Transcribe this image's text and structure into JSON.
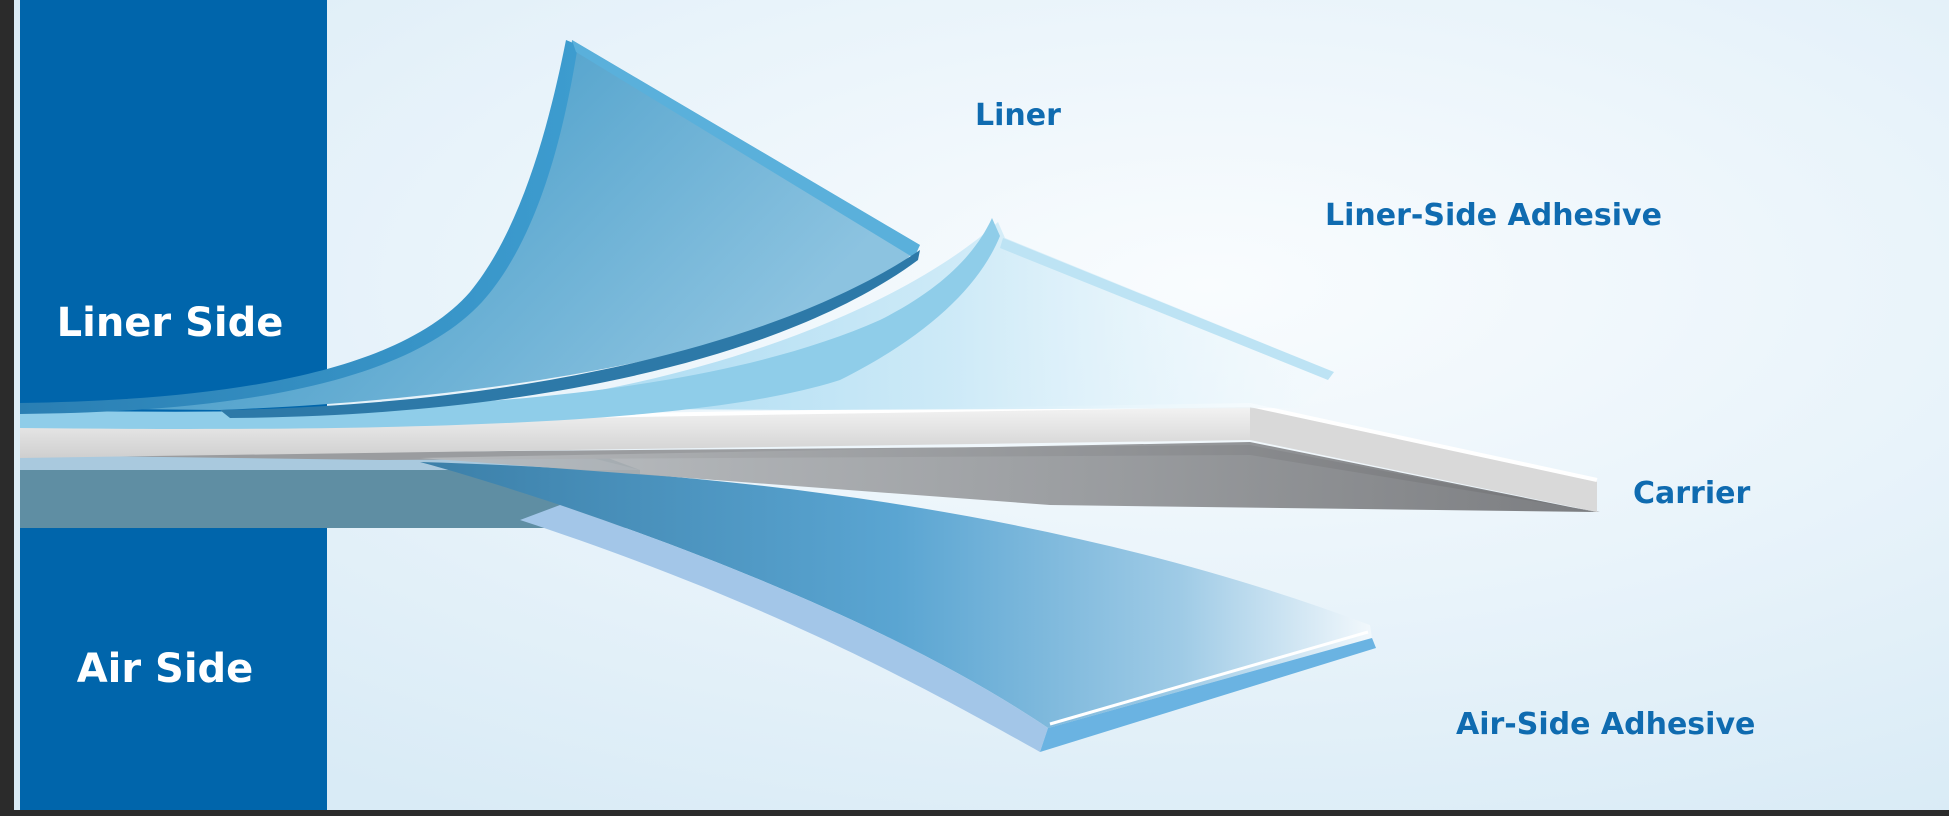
{
  "sides": {
    "liner": "Liner Side",
    "air": "Air Side"
  },
  "layers": {
    "liner": "Liner",
    "liner_side_adhesive": "Liner-Side Adhesive",
    "carrier": "Carrier",
    "air_side_adhesive": "Air-Side Adhesive"
  },
  "colors": {
    "side_panel": "#0065AB",
    "label_text": "#0F6BB0",
    "liner_film": "#3D95C2",
    "liner_adhesive": "#9DD6F1",
    "carrier": "#C9C9C9",
    "air_adhesive": "#5FA8D4"
  }
}
